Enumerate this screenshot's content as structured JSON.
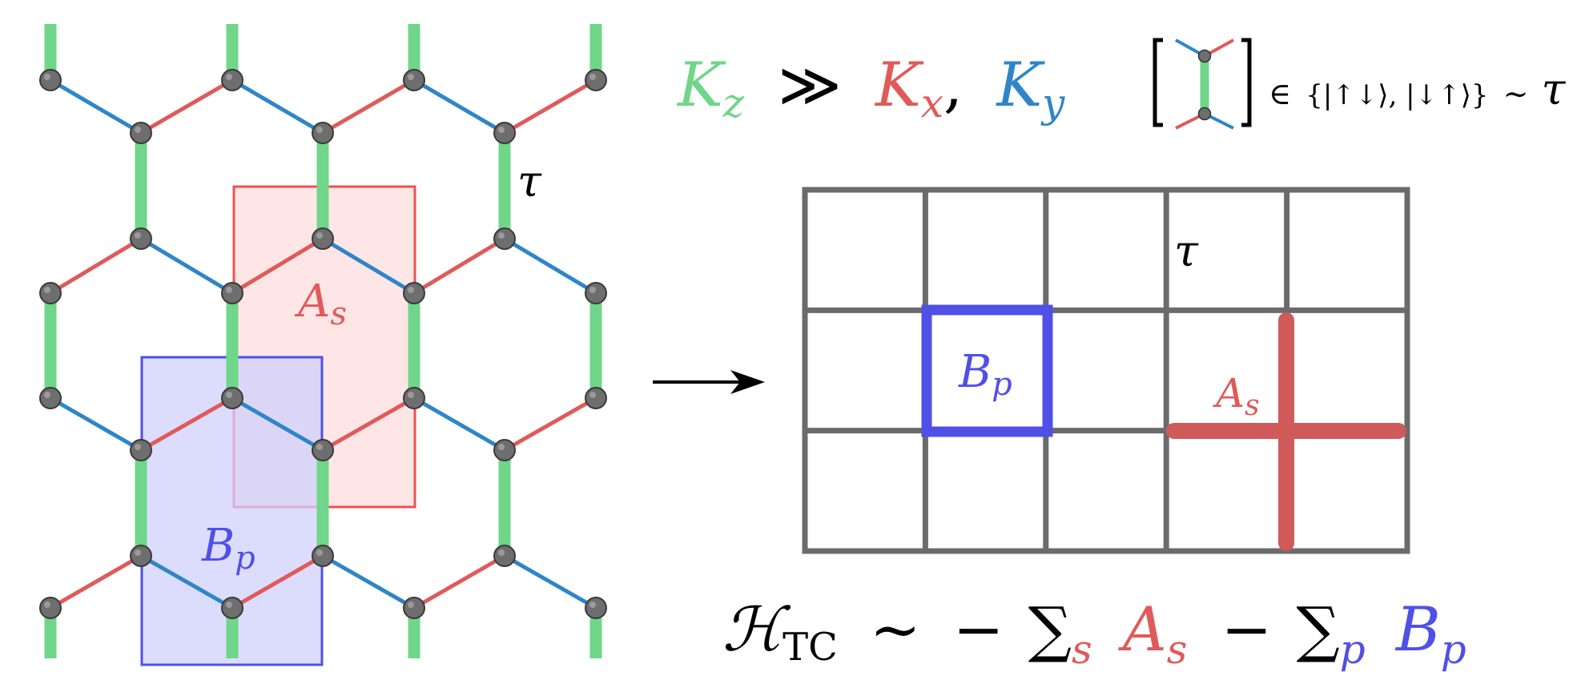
{
  "colors": {
    "kz": "#6fd68a",
    "kx": "#e05a5a",
    "ky": "#2e86c8",
    "bp": "#5050e6",
    "as": "#d05a5a",
    "grid": "#6b6b6b",
    "node": "#6e6e6e",
    "as_fill": "#ffe3e3",
    "bp_fill": "#d9d9fb"
  },
  "honeycomb": {
    "tau_label": "τ",
    "as_label": {
      "main": "A",
      "sub": "s"
    },
    "bp_label": {
      "main": "B",
      "sub": "p"
    }
  },
  "couplings": {
    "kz": {
      "main": "K",
      "sub": "z"
    },
    "relation": "≫",
    "kx": {
      "main": "K",
      "sub": "x"
    },
    "separator": ",",
    "ky": {
      "main": "K",
      "sub": "y"
    }
  },
  "dimer_legend": {
    "element_of": "∈",
    "set": "{|↑↓⟩,  |↓↑⟩}",
    "sim": "~",
    "tau": "τ"
  },
  "arrow_icon": "right-arrow-icon",
  "toric_lattice": {
    "rows": 3,
    "cols": 5,
    "tau_label": "τ",
    "bp_label": {
      "main": "B",
      "sub": "p"
    },
    "as_label": {
      "main": "A",
      "sub": "s"
    }
  },
  "hamiltonian": {
    "h": "ℋ",
    "h_sub": "TC",
    "sim": "~",
    "minus1": "−",
    "sum1": "∑",
    "sum1_sub": "s",
    "term1": {
      "main": "A",
      "sub": "s"
    },
    "minus2": "−",
    "sum2": "∑",
    "sum2_sub": "p",
    "term2": {
      "main": "B",
      "sub": "p"
    }
  }
}
